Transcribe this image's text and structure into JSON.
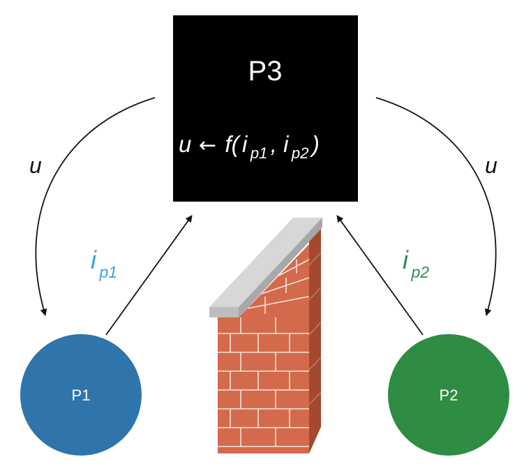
{
  "p3": {
    "label": "P3",
    "formula": {
      "lhs": "u",
      "arrow": "←",
      "fn": "f(",
      "arg1": "i",
      "arg1_sub": "p1",
      "sep": ", ",
      "arg2": "i",
      "arg2_sub": "p2",
      "close": ")"
    }
  },
  "p1": {
    "label": "P1",
    "color": "#2f74aa"
  },
  "p2": {
    "label": "P2",
    "color": "#2e8c43"
  },
  "edges": {
    "u_left": "u",
    "u_right": "u",
    "ip1": {
      "base": "i",
      "sub": "p1",
      "color": "#3b9fe6"
    },
    "ip2": {
      "base": "i",
      "sub": "p2",
      "color": "#2e8c52"
    }
  },
  "icons": {
    "wall": "brick-wall-icon"
  }
}
